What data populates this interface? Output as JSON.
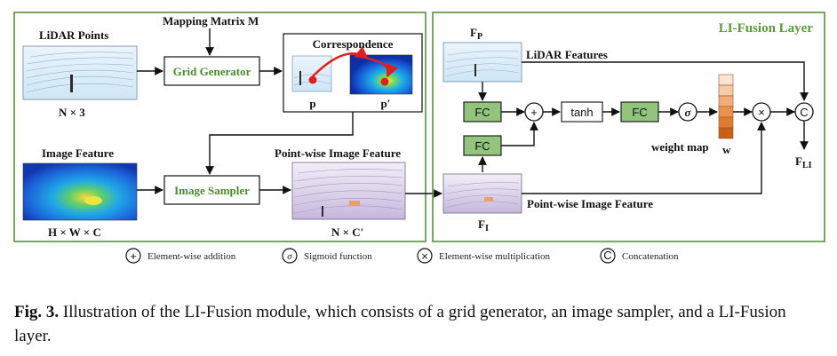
{
  "left_panel": {
    "lidar_points_label": "LiDAR Points",
    "lidar_points_dim": "N × 3",
    "mapping_matrix_label": "Mapping Matrix M",
    "grid_generator_label": "Grid Generator",
    "correspondence_label": "Correspondence",
    "p_label": "p",
    "p_prime_label": "p′",
    "image_feature_label": "Image Feature",
    "image_feature_dim": "H × W × C",
    "image_sampler_label": "Image Sampler",
    "pointwise_feature_label": "Point-wise Image Feature",
    "pointwise_feature_dim": "N × C′"
  },
  "right_panel": {
    "title": "LI-Fusion Layer",
    "fp_label": "F",
    "fp_sub": "P",
    "lidar_features_label": "LiDAR Features",
    "fc_label": "FC",
    "tanh_label": "tanh",
    "sigma_symbol": "σ",
    "plus_symbol": "+",
    "times_symbol": "×",
    "concat_symbol": "C",
    "weight_map_label": "weight map",
    "w_label": "w",
    "fi_label": "F",
    "fi_sub": "I",
    "pointwise_feature_label": "Point-wise Image Feature",
    "fli_label": "F",
    "fli_sub": "LI"
  },
  "legend": {
    "items": [
      {
        "symbol": "+",
        "label": "Element-wise addition"
      },
      {
        "symbol": "σ",
        "label": "Sigmoid function"
      },
      {
        "symbol": "×",
        "label": "Element-wise multiplication"
      },
      {
        "symbol": "C",
        "label": "Concatenation"
      }
    ]
  },
  "caption": {
    "prefix": "Fig. 3.",
    "text": " Illustration of the LI-Fusion module, which consists of a grid generator, an image sampler, and a LI-Fusion layer."
  },
  "colors": {
    "panel_border": "#4a8a2e",
    "fc_fill": "#93c47d",
    "weight_map_gradient": [
      "#fbe3d2",
      "#f7c9a6",
      "#f3ad7a",
      "#ec924e",
      "#e07a2e",
      "#c95f17"
    ]
  }
}
